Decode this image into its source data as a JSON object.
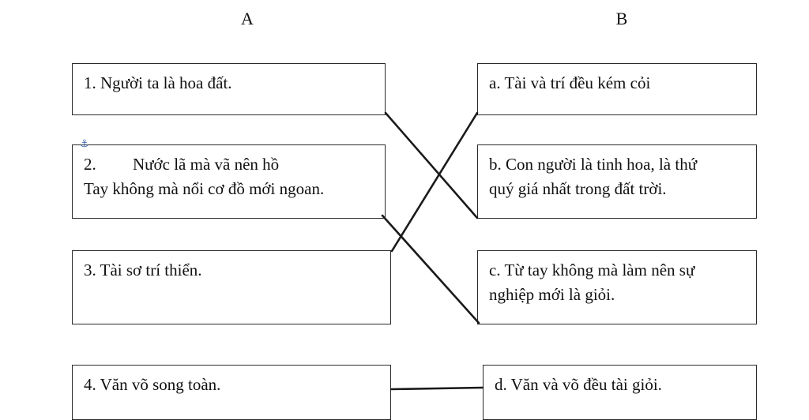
{
  "headers": {
    "a": "A",
    "b": "B"
  },
  "column_a": [
    {
      "lines": [
        "1. Người ta là hoa đất."
      ]
    },
    {
      "num": "2.",
      "lines": [
        "Nước lã mà vã nên hồ",
        "Tay không mà nổi cơ đồ mới ngoan."
      ]
    },
    {
      "lines": [
        "3. Tài sơ trí thiển."
      ]
    },
    {
      "lines": [
        "4. Văn võ song toàn."
      ]
    }
  ],
  "column_b": [
    {
      "lines": [
        "a. Tài và trí đều kém cỏi"
      ]
    },
    {
      "lines": [
        "b. Con người là tinh hoa, là thứ",
        "quý giá nhất trong đất trời."
      ]
    },
    {
      "lines": [
        "c. Từ tay không mà làm nên sự",
        "nghiệp mới là giỏi."
      ]
    },
    {
      "lines": [
        "d. Văn và võ đều tài giỏi."
      ]
    }
  ],
  "matches": [
    {
      "from": "1",
      "to": "b"
    },
    {
      "from": "2",
      "to": "c"
    },
    {
      "from": "3",
      "to": "a"
    },
    {
      "from": "4",
      "to": "d"
    }
  ],
  "icons": {
    "anchor": "anchor-icon"
  }
}
